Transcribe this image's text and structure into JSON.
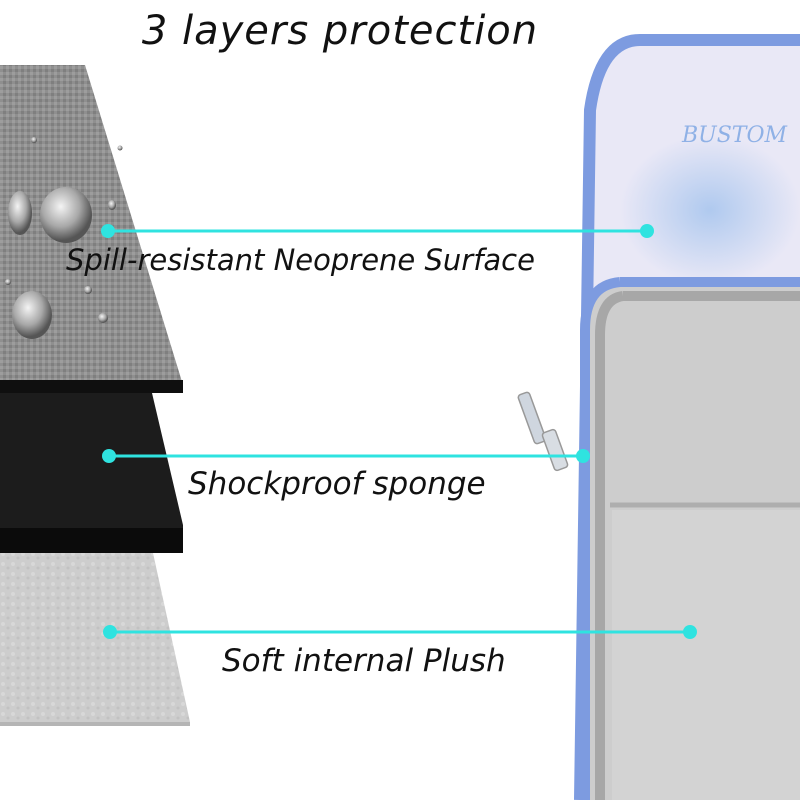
{
  "title": "3 layers protection",
  "layers": [
    {
      "label": "Spill-resistant Neoprene Surface"
    },
    {
      "label": "Shockproof sponge"
    },
    {
      "label": "Soft internal Plush"
    }
  ],
  "brand_text": "BUSTOM",
  "colors": {
    "callout": "#2fe3e0",
    "neoprene": "#8e8e8e",
    "sponge": "#1c1c1c",
    "plush": "#cfcfcf",
    "sleeve_trim": "#7d9be0",
    "sleeve_body": "#e9e8f6"
  }
}
